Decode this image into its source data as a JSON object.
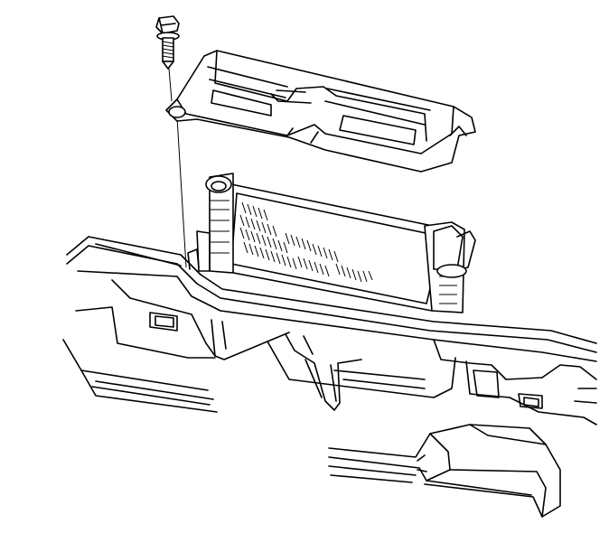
{
  "diagram": {
    "parts": [
      "bolt",
      "cover",
      "heater-core",
      "body-panel"
    ]
  }
}
